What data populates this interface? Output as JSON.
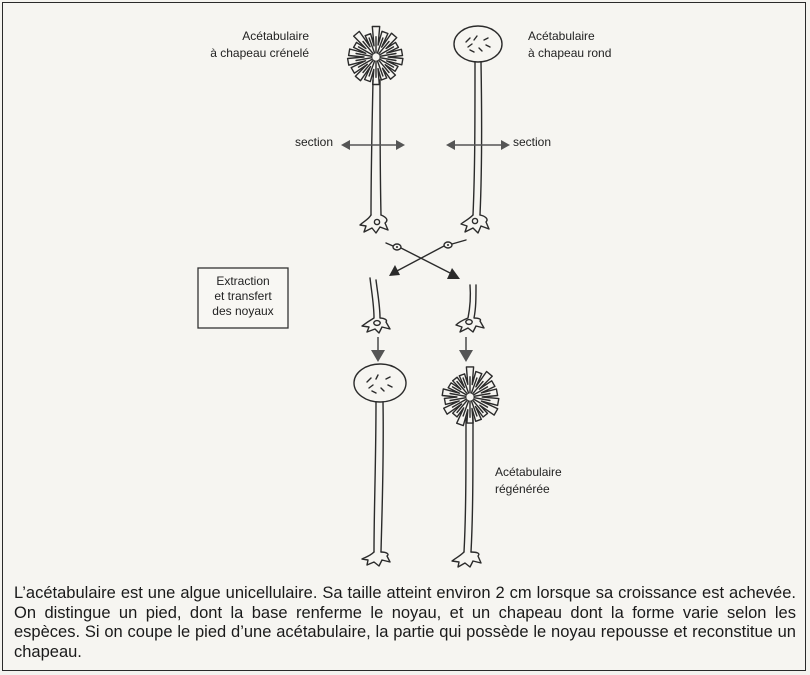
{
  "labels": {
    "top_left": [
      "Acétabulaire",
      "à chapeau crénelé"
    ],
    "top_right": [
      "Acétabulaire",
      "à chapeau rond"
    ],
    "section_left": "section",
    "section_right": "section",
    "extraction_box": [
      "Extraction",
      "et transfert",
      "des noyaux"
    ],
    "regenerated": [
      "Acétabulaire",
      "régénérée"
    ]
  },
  "caption": "L’acétabulaire est une algue unicellulaire. Sa taille atteint environ 2 cm lorsque sa croissance est achevée. On distingue un pied, dont la base renferme le noyau, et un chapeau dont la forme varie selon les espèces. Si on coupe le pied d’une acétabulaire, la partie qui possède le noyau repousse et reconstitue un chapeau."
}
